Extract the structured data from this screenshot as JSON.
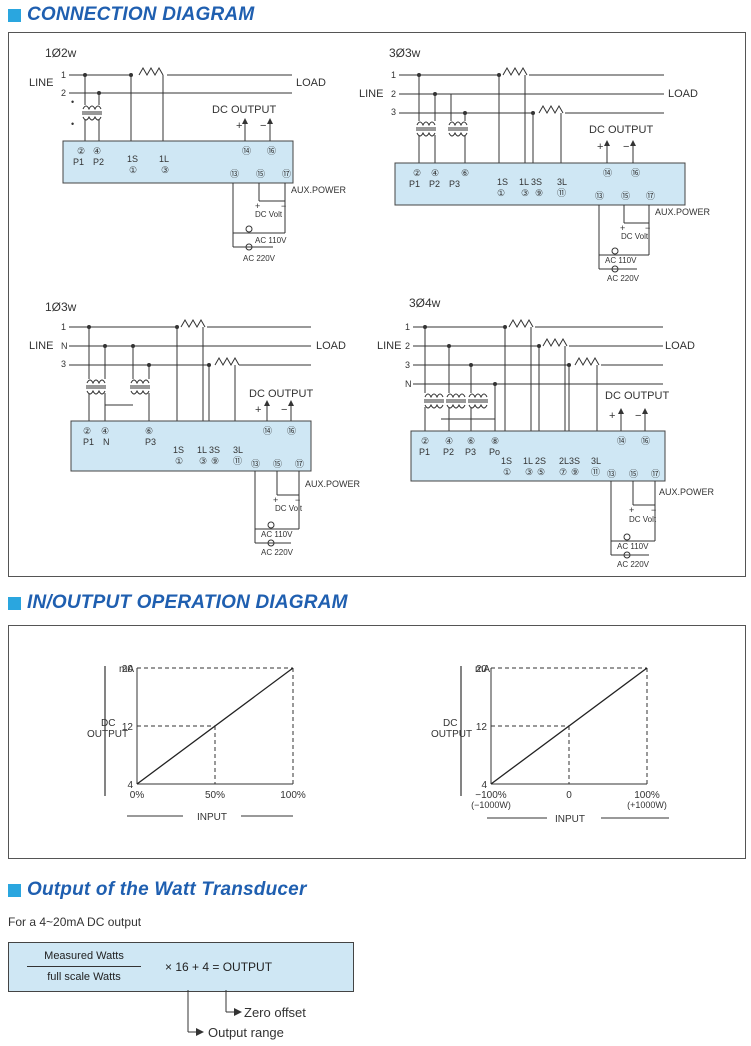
{
  "sections": {
    "connection": "CONNECTION DIAGRAM",
    "io": "IN/OUTPUT OPERATION DIAGRAM",
    "output": "Output of the Watt Transducer"
  },
  "diagrams": {
    "d1": {
      "title": "1Ø2w",
      "line": "LINE",
      "load": "LOAD",
      "l1": "1",
      "l2": "2",
      "dcout": "DC OUTPUT",
      "plus": "+",
      "minus": "−",
      "t_p1": "②",
      "p1": "P1",
      "t_p2": "④",
      "p2": "P2",
      "t_1s": "①",
      "s1": "1S",
      "t_1l": "③",
      "l1t": "1L",
      "t13": "⑬",
      "t15": "⑮",
      "t17": "⑰",
      "t14": "⑭",
      "t16": "⑯",
      "aux": "AUX.POWER",
      "dcvolt": "DC Volt",
      "ac110": "AC 110V",
      "ac220": "AC 220V"
    },
    "d2": {
      "title": "3Ø3w",
      "line": "LINE",
      "load": "LOAD",
      "l1": "1",
      "l2": "2",
      "l3": "3",
      "dcout": "DC OUTPUT",
      "plus": "+",
      "minus": "−",
      "t_p1": "②",
      "p1": "P1",
      "t_p2": "④",
      "p2": "P2",
      "t_p3": "⑥",
      "p3": "P3",
      "t_1s": "①",
      "s1": "1S",
      "t_1l": "③",
      "l1t": "1L",
      "t_3s": "⑨",
      "s3": "3S",
      "t_3l": "⑪",
      "l3t": "3L",
      "t13": "⑬",
      "t15": "⑮",
      "t17": "⑰",
      "t14": "⑭",
      "t16": "⑯",
      "aux": "AUX.POWER",
      "dcvolt": "DC Volt",
      "ac110": "AC 110V",
      "ac220": "AC 220V"
    },
    "d3": {
      "title": "1Ø3w",
      "line": "LINE",
      "load": "LOAD",
      "l1": "1",
      "ln": "N",
      "l3": "3",
      "dcout": "DC OUTPUT",
      "plus": "+",
      "minus": "−",
      "t_p1": "②",
      "p1": "P1",
      "t_n": "④",
      "n": "N",
      "t_p3": "⑥",
      "p3": "P3",
      "t_1s": "①",
      "s1": "1S",
      "t_1l": "③",
      "l1t": "1L",
      "t_3s": "⑨",
      "s3": "3S",
      "t_3l": "⑪",
      "l3t": "3L",
      "t13": "⑬",
      "t15": "⑮",
      "t17": "⑰",
      "t14": "⑭",
      "t16": "⑯",
      "aux": "AUX.POWER",
      "dcvolt": "DC Volt",
      "ac110": "AC 110V",
      "ac220": "AC 220V"
    },
    "d4": {
      "title": "3Ø4w",
      "line": "LINE",
      "load": "LOAD",
      "l1": "1",
      "l2": "2",
      "l3": "3",
      "ln": "N",
      "dcout": "DC OUTPUT",
      "plus": "+",
      "minus": "−",
      "t_p1": "②",
      "p1": "P1",
      "t_p2": "④",
      "p2": "P2",
      "t_p3": "⑥",
      "p3": "P3",
      "t_po": "⑧",
      "po": "Po",
      "t_1s": "①",
      "s1": "1S",
      "t_1l": "③",
      "l1t": "1L",
      "t_2s": "⑤",
      "s2": "2S",
      "t_2l": "⑦",
      "l2t": "2L",
      "t_3s": "⑨",
      "s3": "3S",
      "t_3l": "⑪",
      "l3t": "3L",
      "t13": "⑬",
      "t15": "⑮",
      "t17": "⑰",
      "t14": "⑭",
      "t16": "⑯",
      "aux": "AUX.POWER",
      "dcvolt": "DC Volt",
      "ac110": "AC 110V",
      "ac220": "AC 220V"
    }
  },
  "chart_data": [
    {
      "type": "line",
      "unit": "mA",
      "ylabel": "DC OUTPUT",
      "xlabel": "INPUT",
      "yticks": [
        "20",
        "12",
        "4"
      ],
      "xticks": [
        "0%",
        "50%",
        "100%"
      ],
      "x": [
        0,
        100
      ],
      "y": [
        4,
        20
      ],
      "ylim": [
        4,
        20
      ],
      "xlim": [
        0,
        100
      ],
      "marker_x": 50,
      "marker_y": 12
    },
    {
      "type": "line",
      "unit": "mA",
      "ylabel": "DC OUTPUT",
      "xlabel": "INPUT",
      "yticks": [
        "20",
        "12",
        "4"
      ],
      "xticks": [
        "−100%",
        "0",
        "100%"
      ],
      "xticks_sub": [
        "(−1000W)",
        "",
        "(+1000W)"
      ],
      "x": [
        -100,
        100
      ],
      "y": [
        4,
        20
      ],
      "ylim": [
        4,
        20
      ],
      "xlim": [
        -100,
        100
      ],
      "marker_x": 0,
      "marker_y": 12
    }
  ],
  "formula": {
    "intro": "For a 4~20mA DC output",
    "numerator": "Measured Watts",
    "denominator": "full scale Watts",
    "rest": "× 16 + 4 = OUTPUT",
    "zero": "Zero  offset",
    "range": "Output range"
  },
  "colors": {
    "module": "#cfe7f4",
    "title": "#1f5fb0",
    "accent": "#2aa6df"
  }
}
